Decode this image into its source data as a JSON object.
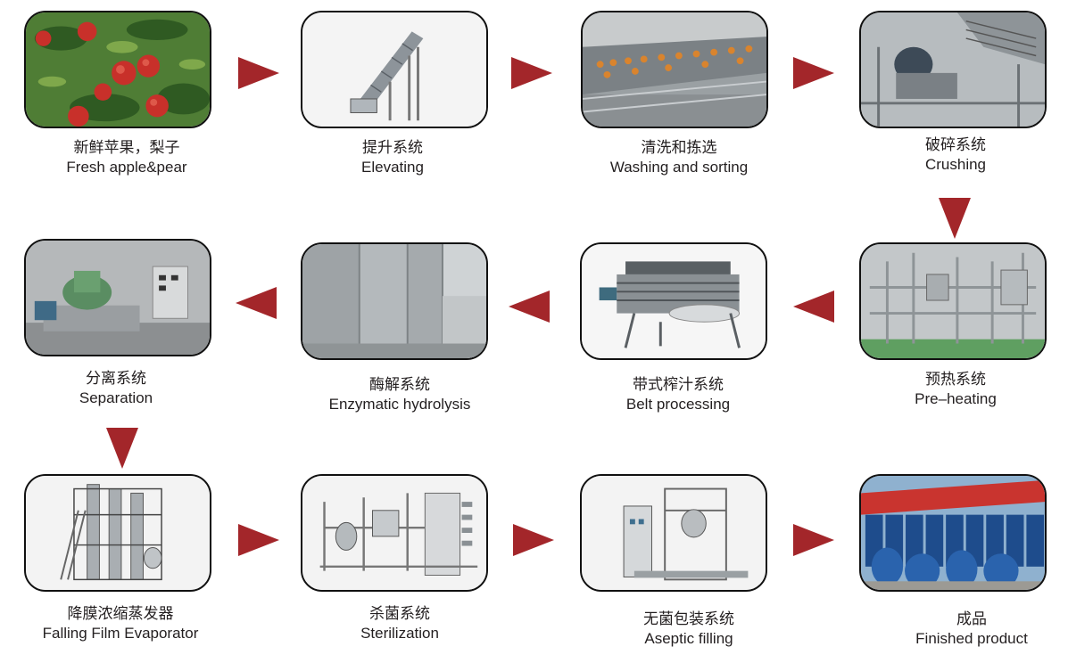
{
  "steps": [
    {
      "cn": "新鲜苹果，梨子",
      "en": "Fresh apple&pear"
    },
    {
      "cn": "提升系统",
      "en": "Elevating"
    },
    {
      "cn": "清洗和拣选",
      "en": "Washing and sorting"
    },
    {
      "cn": "破碎系统",
      "en": "Crushing"
    },
    {
      "cn": "分离系统",
      "en": "Separation"
    },
    {
      "cn": "酶解系统",
      "en": "Enzymatic hydrolysis"
    },
    {
      "cn": "带式榨汁系统",
      "en": "Belt processing"
    },
    {
      "cn": "预热系统",
      "en": "Pre–heating"
    },
    {
      "cn": "降膜浓缩蒸发器",
      "en": "Falling Film Evaporator"
    },
    {
      "cn": "杀菌系统",
      "en": "Sterilization"
    },
    {
      "cn": "无菌包装系统",
      "en": "Aseptic filling"
    },
    {
      "cn": "成品",
      "en": "Finished product"
    }
  ],
  "colors": {
    "arrow": "#a3262a",
    "frame_border": "#111111"
  }
}
